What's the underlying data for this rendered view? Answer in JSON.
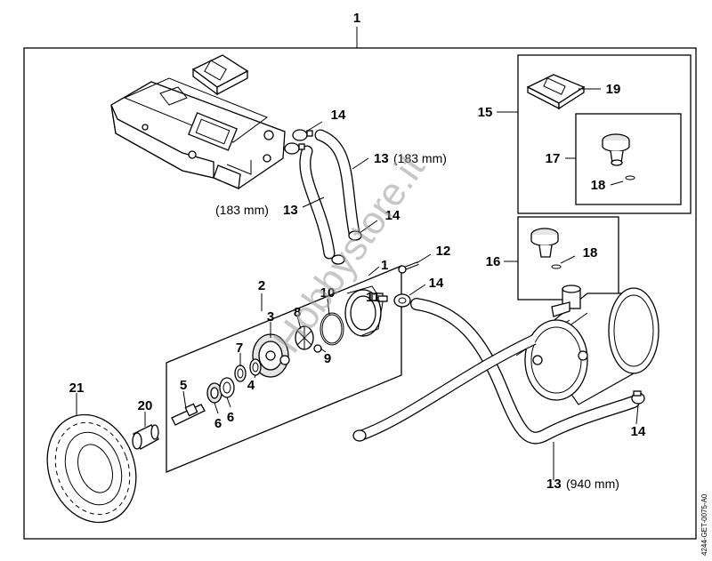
{
  "diagram": {
    "title": "Water pump / hoses assembly",
    "doc_code": "4244-GET-0075-A0",
    "watermark": "Hobbystore.it",
    "labels": {
      "p1": "1",
      "p1b": "1",
      "p2": "2",
      "p3": "3",
      "p4": "4",
      "p5": "5",
      "p6a": "6",
      "p6b": "6",
      "p7": "7",
      "p8": "8",
      "p9": "9",
      "p10": "10",
      "p11": "11",
      "p12": "12",
      "p13a": "13",
      "p13a_len": "(183 mm)",
      "p13b": "13",
      "p13b_len": "(183 mm)",
      "p13c": "13",
      "p13c_len": "(940 mm)",
      "p14a": "14",
      "p14b": "14",
      "p14c": "14",
      "p14d": "14",
      "p15": "15",
      "p16": "16",
      "p17": "17",
      "p18a": "18",
      "p18b": "18",
      "p19": "19",
      "p20": "20",
      "p21": "21"
    }
  }
}
